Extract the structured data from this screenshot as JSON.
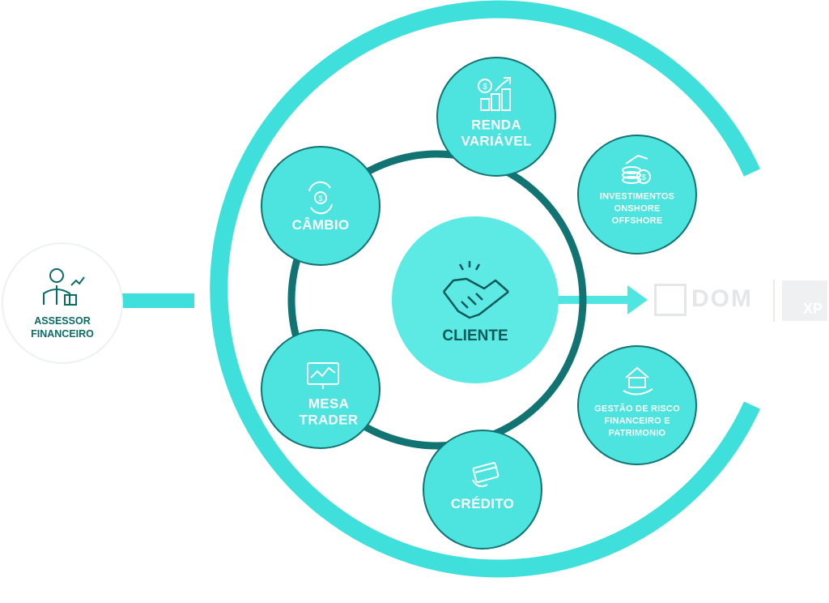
{
  "advisor": {
    "line1": "ASSESSOR",
    "line2": "FINANCEIRO",
    "icon": "advisor-icon"
  },
  "center": {
    "label": "CLIENTE",
    "icon": "handshake-icon"
  },
  "services": [
    {
      "id": "renda-variavel",
      "line1": "RENDA",
      "line2": "VARIÁVEL",
      "line3": "",
      "icon": "coins-growth-icon"
    },
    {
      "id": "investimentos",
      "line1": "INVESTIMENTOS",
      "line2": "ONSHORE",
      "line3": "OFFSHORE",
      "icon": "coins-dollar-icon"
    },
    {
      "id": "gestao",
      "line1": "GESTÃO DE RISCO",
      "line2": "FINANCEIRO E",
      "line3": "PATRIMONIO",
      "icon": "house-hand-icon"
    },
    {
      "id": "credito",
      "line1": "CRÉDITO",
      "line2": "",
      "line3": "",
      "icon": "credit-card-icon"
    },
    {
      "id": "mesa-trader",
      "line1": "MESA",
      "line2": "TRADER",
      "line3": "",
      "icon": "trading-screen-icon"
    },
    {
      "id": "cambio",
      "line1": "CÂMBIO",
      "line2": "",
      "line3": "",
      "icon": "exchange-icon"
    }
  ],
  "logos": {
    "dom": "DOM",
    "xp": "XP"
  },
  "colors": {
    "turquoise": "#3fe0dc",
    "turquoise_light": "#5ee8e4",
    "center_fill": "#6af0ea",
    "dark_ring": "#127373",
    "dark_text": "#0b5b5a"
  }
}
